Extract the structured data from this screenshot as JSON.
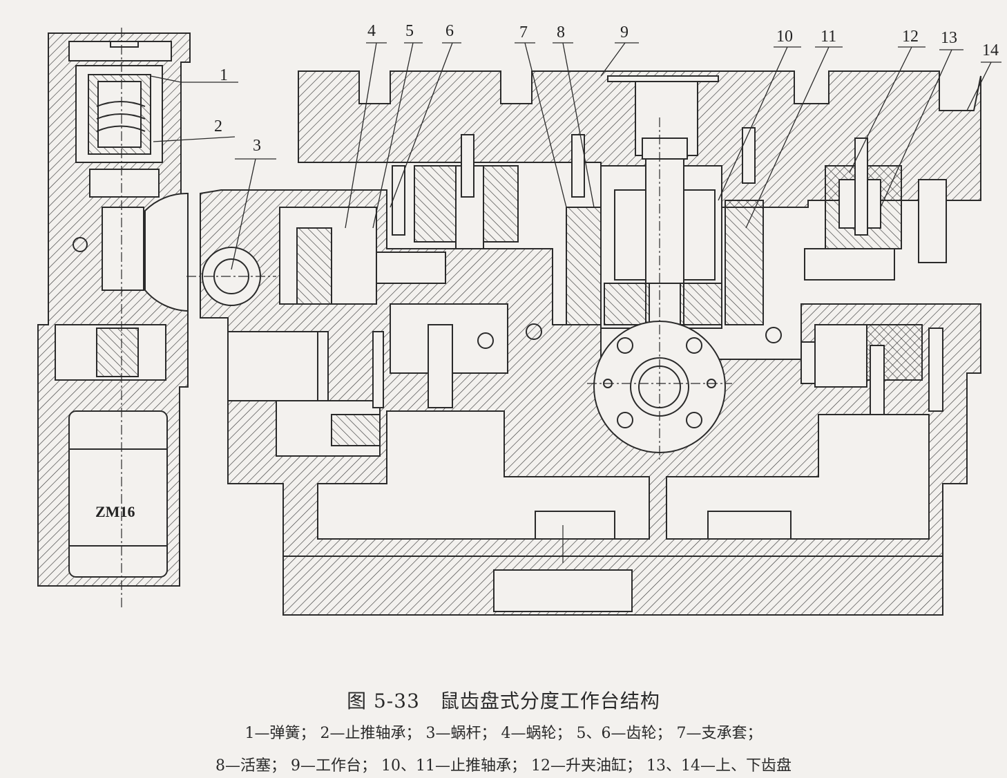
{
  "figure": {
    "title": "图 5-33　鼠齿盘式分度工作台结构",
    "legend_line1": "1—弹簧；  2—止推轴承；  3—蜗杆；  4—蜗轮；  5、6—齿轮；  7—支承套；",
    "legend_line2": "8—活塞；  9—工作台；  10、11—止推轴承；  12—升夹油缸；  13、14—上、下齿盘"
  },
  "callouts": [
    "1",
    "2",
    "3",
    "4",
    "5",
    "6",
    "7",
    "8",
    "9",
    "10",
    "11",
    "12",
    "13",
    "14"
  ],
  "motor_label": "ZM16",
  "colors": {
    "ink": "#2a2a2a",
    "paper": "#f3f1ee",
    "hatch": "#3a3a3a"
  }
}
